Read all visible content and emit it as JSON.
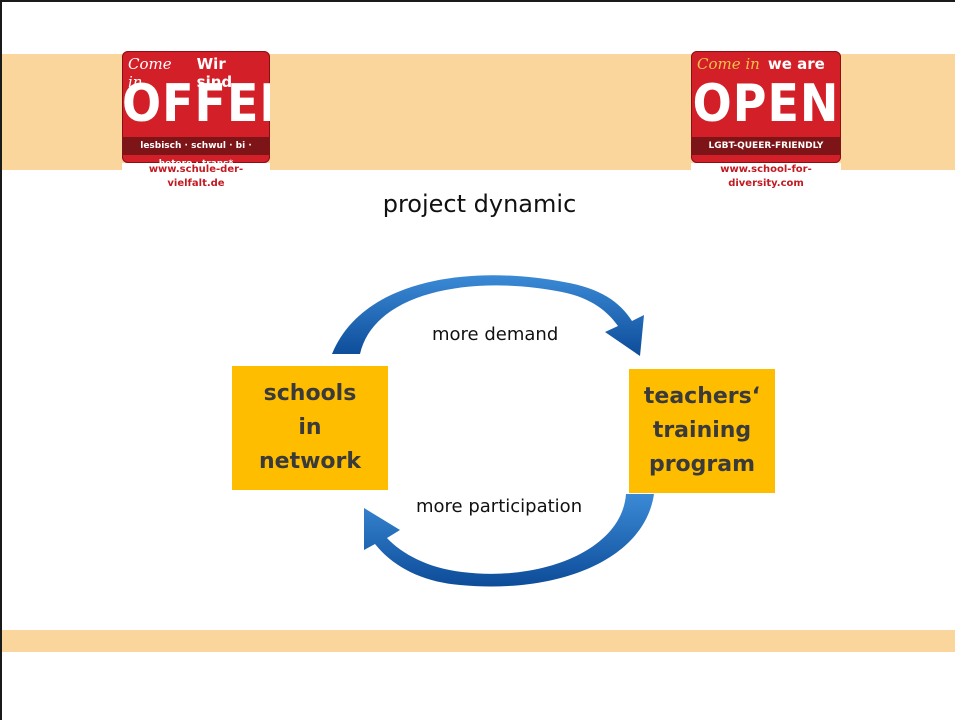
{
  "logo_left": {
    "come": "Come in",
    "word": "Wir sind",
    "big": "OFFEN",
    "sub": "lesbisch · schwul · bi · hetero · trans*",
    "url": "www.schule-der-vielfalt.de"
  },
  "logo_right": {
    "come": "Come in",
    "word": "we are",
    "big": "OPEN",
    "sub": "LGBT-QUEER-FRIENDLY",
    "url": "www.school-for-diversity.com"
  },
  "title": "project dynamic",
  "nodes": {
    "left": [
      "schools",
      "in",
      "network"
    ],
    "right": [
      "teachers‘",
      "training",
      "program"
    ]
  },
  "edges": {
    "top_label": "more demand",
    "bottom_label": "more participation"
  },
  "colors": {
    "band": "#fad69c",
    "node_fill": "#ffbd00",
    "arrow": "#1f5fa8",
    "logo_red": "#d32028"
  }
}
